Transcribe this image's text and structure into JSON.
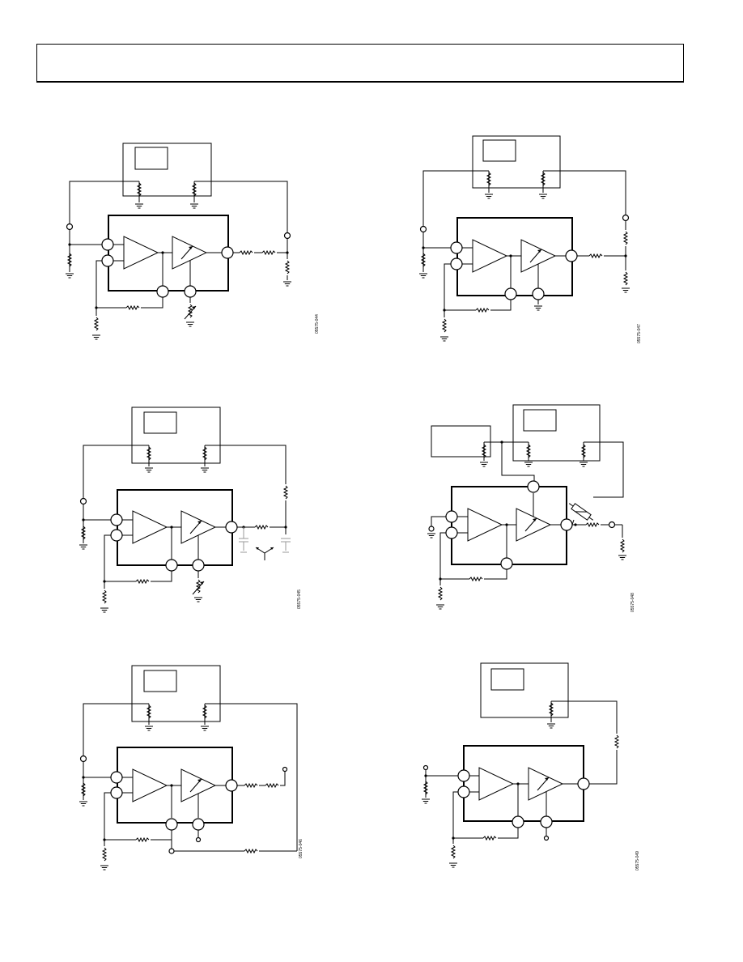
{
  "page": {
    "header": ""
  },
  "figures": [
    {
      "id": "A",
      "code": "05575-044"
    },
    {
      "id": "B",
      "code": "05575-047"
    },
    {
      "id": "C",
      "code": "05575-045"
    },
    {
      "id": "D",
      "code": "05575-048"
    },
    {
      "id": "E",
      "code": "05575-046"
    },
    {
      "id": "F",
      "code": "05575-049"
    }
  ],
  "colors": {
    "ink": "#000000",
    "paper": "#ffffff",
    "muted_capacitor": "#999999"
  }
}
